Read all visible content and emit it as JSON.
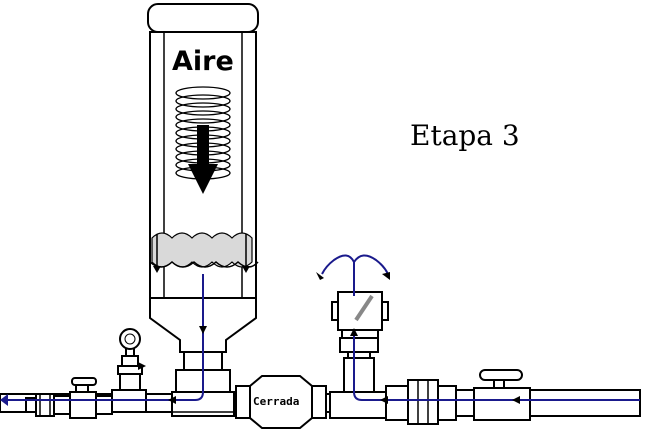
{
  "labels": {
    "air": "Aire",
    "stage": "Etapa 3",
    "valve_state": "Cerrada"
  },
  "colors": {
    "flow": "#1a1a8c",
    "outline": "#000000",
    "water": "#d9d9d9",
    "indicator": "#888888"
  },
  "icons": {
    "spring": "coil-spring-icon",
    "down_arrow": "thick-down-arrow-icon",
    "pressure_gauge": "pressure-gauge-icon"
  }
}
